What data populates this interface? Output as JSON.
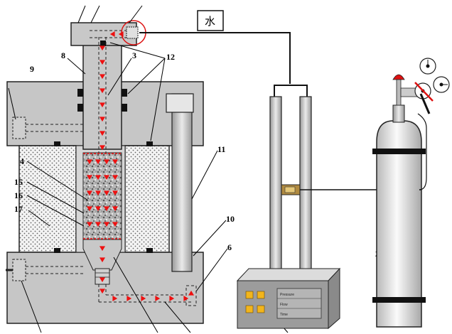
{
  "water_label": "水",
  "labels": {
    "n3": "3",
    "n4": "4",
    "n6": "6",
    "n8": "8",
    "n9": "9",
    "n10": "10",
    "n11": "11",
    "n12": "12",
    "n15": "15",
    "n16": "16",
    "n17": "17",
    "n20": "20"
  },
  "panel_rows": [
    "Pressure",
    "Flow",
    "Time"
  ],
  "colors": {
    "block": "#c6c6c6",
    "steel": "#a9a9a9",
    "stream": "#ee1111",
    "seal": "#111111",
    "dial_red": "#dd1111"
  }
}
